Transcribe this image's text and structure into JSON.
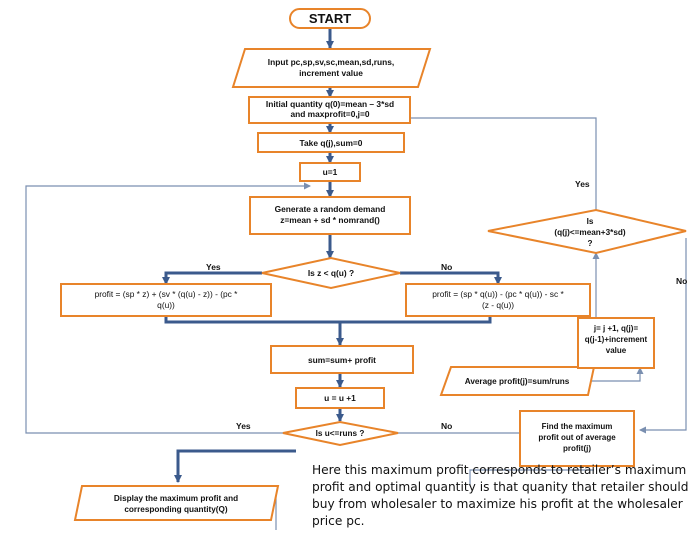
{
  "nodes": {
    "start": {
      "text": "START"
    },
    "input": {
      "lines": [
        "Input pc,sp,sv,sc,mean,sd,runs,",
        "increment value"
      ]
    },
    "init": {
      "lines": [
        "Initial quantity q(0)=mean – 3*sd",
        "and maxprofit=0,j=0"
      ]
    },
    "take": {
      "lines": [
        "Take q(j),sum=0"
      ]
    },
    "u1": {
      "lines": [
        "u=1"
      ]
    },
    "gen": {
      "lines": [
        "Generate a random demand",
        "z=mean + sd * nomrand()"
      ]
    },
    "dec1": {
      "lines": [
        "Is z < q(u) ?"
      ]
    },
    "profit_yes": {
      "lines": [
        "profit = (sp * z) + (sv * (q(u) - z)) - (pc *",
        "q(u))"
      ]
    },
    "profit_no": {
      "lines": [
        "profit = (sp * q(u)) - (pc * q(u)) - sc *",
        "(z - q(u))"
      ]
    },
    "sum": {
      "lines": [
        "sum=sum+ profit"
      ]
    },
    "uinc": {
      "lines": [
        "u = u +1"
      ]
    },
    "dec2": {
      "lines": [
        "Is u<=runs ?"
      ]
    },
    "avg": {
      "lines": [
        "Average profit(j)=sum/runs"
      ]
    },
    "jinc": {
      "lines": [
        "j= j +1, q(j)=",
        "q(j-1)+increment",
        "value"
      ]
    },
    "dec3": {
      "lines": [
        "Is",
        "(q(j)<=mean+3*sd)",
        "?"
      ]
    },
    "findmax": {
      "lines": [
        "Find the maximum",
        "profit out of average",
        "profit(j)"
      ]
    },
    "display": {
      "lines": [
        "Display the maximum profit and",
        "corresponding quantity(Q)"
      ]
    }
  },
  "labels": {
    "dec1_yes": "Yes",
    "dec1_no": "No",
    "dec2_yes": "Yes",
    "dec2_no": "No",
    "dec3_yes": "Yes",
    "dec3_no": "No"
  },
  "note": "Here this maximum profit corresponds to retailer’s maximum profit and optimal quantity is that quanity that retailer should buy from wholesaler to maximize his profit at the wholesaler price pc.",
  "colors": {
    "stroke": "#E8842A",
    "fill": "#FFFFFF",
    "arrow": "#3B5A8C",
    "text": "#111111"
  }
}
